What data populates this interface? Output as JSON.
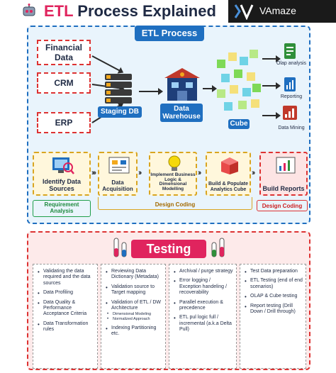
{
  "header": {
    "title_prefix": "ETL",
    "title_rest": " Process Explained",
    "brand": "VAmaze"
  },
  "etl": {
    "panel_title": "ETL Process",
    "sources": [
      "Financial Data",
      "CRM",
      "ERP"
    ],
    "staging_db": "Staging DB",
    "data_warehouse": "Data Warehouse",
    "cube": "Cube",
    "outputs": [
      "Olap analysis",
      "Reporting",
      "Data Mining"
    ],
    "steps": [
      "Identify Data Sources",
      "Data Acquisition",
      "Implement Business Logic & Dimensional Modelling",
      "Build & Populate Analytics Cube",
      "Build Reports"
    ],
    "phases": {
      "requirement": "Requirement Analysis",
      "design": "Design Coding",
      "design2": "Design Coding"
    }
  },
  "testing": {
    "title": "Testing",
    "columns": [
      {
        "items": [
          "Validating the data required and the data sources",
          "Data Profiling",
          "Data Quality & Performance Acceptance Criteria",
          "Data Transformation rules"
        ]
      },
      {
        "items": [
          "Reviewing Data Dictionary (Metadata)",
          "Validation source to Target mapping",
          "Validation of ETL / DW Architecture",
          "Indexing Partitioning etc."
        ],
        "subitems": [
          "Dimensional Modeling",
          "Normalized Approach"
        ]
      },
      {
        "items": [
          "Archival / purge strategy",
          "Error logging / Exception handeling / recoverability",
          "Parallel execution & precedence",
          "ETL pul logic full / incremental (a.k.a Delta Pull)"
        ]
      },
      {
        "items": [
          "Test Data preparation",
          "ETL Testing (end of end scenarios)",
          "OLAP & Cube testing",
          "Report testing (Drill Down / Drill through)"
        ]
      }
    ]
  },
  "colors": {
    "accent_pink": "#e0245e",
    "etl_blue": "#1f6fc0",
    "test_red": "#d33333",
    "design_gold": "#d9a520",
    "req_green": "#1f9e4a"
  }
}
